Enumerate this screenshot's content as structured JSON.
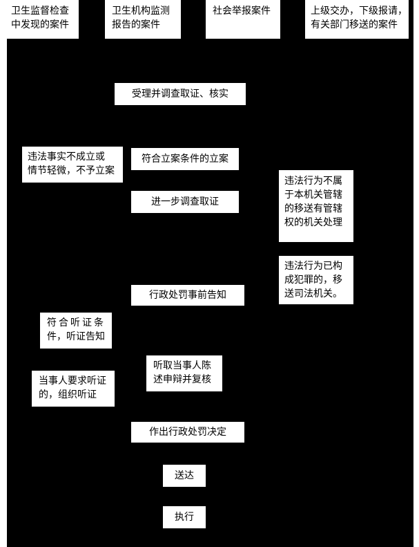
{
  "colors": {
    "canvas_background": "#000000",
    "box_background": "#ffffff",
    "text": "#000000",
    "page_margin": "#ffffff"
  },
  "boxes": {
    "source_inspection": {
      "lines": [
        "卫生监督检查",
        "中发现的案件"
      ]
    },
    "source_monitoring": {
      "lines": [
        "卫生机构监测",
        "报告的案件"
      ]
    },
    "source_report": {
      "lines": [
        "社会举报案件"
      ]
    },
    "source_referral": {
      "lines": [
        "上级交办，下级报请，",
        "有关部门移送的案件"
      ]
    },
    "accept_investigate": {
      "lines": [
        "受理并调查取证、核实"
      ]
    },
    "not_filed": {
      "lines": [
        "违法事实不成立或",
        "情节轻微，不予立案"
      ]
    },
    "file_case": {
      "lines": [
        "符合立案条件的立案"
      ]
    },
    "further_investigation": {
      "lines": [
        "进一步调查取证"
      ]
    },
    "transfer_authority": {
      "lines": [
        "违法行为不属",
        "于本机关管辖",
        "的移送有管辖",
        "权的机关处理"
      ]
    },
    "transfer_judicial": {
      "lines": [
        "违法行为已构",
        "成犯罪的，移",
        "送司法机关。"
      ]
    },
    "prior_notice": {
      "lines": [
        "行政处罚事前告知"
      ]
    },
    "hearing_notice": {
      "lines": [
        "符合听证条",
        "件，听证告知"
      ]
    },
    "statement_review": {
      "lines": [
        "听取当事人陈",
        "述申辩并复核"
      ]
    },
    "organize_hearing": {
      "lines": [
        "当事人要求听证",
        "的，组织听证"
      ]
    },
    "decision": {
      "lines": [
        "作出行政处罚决定"
      ]
    },
    "delivery": {
      "lines": [
        "送达"
      ]
    },
    "execution": {
      "lines": [
        "执行"
      ]
    }
  }
}
